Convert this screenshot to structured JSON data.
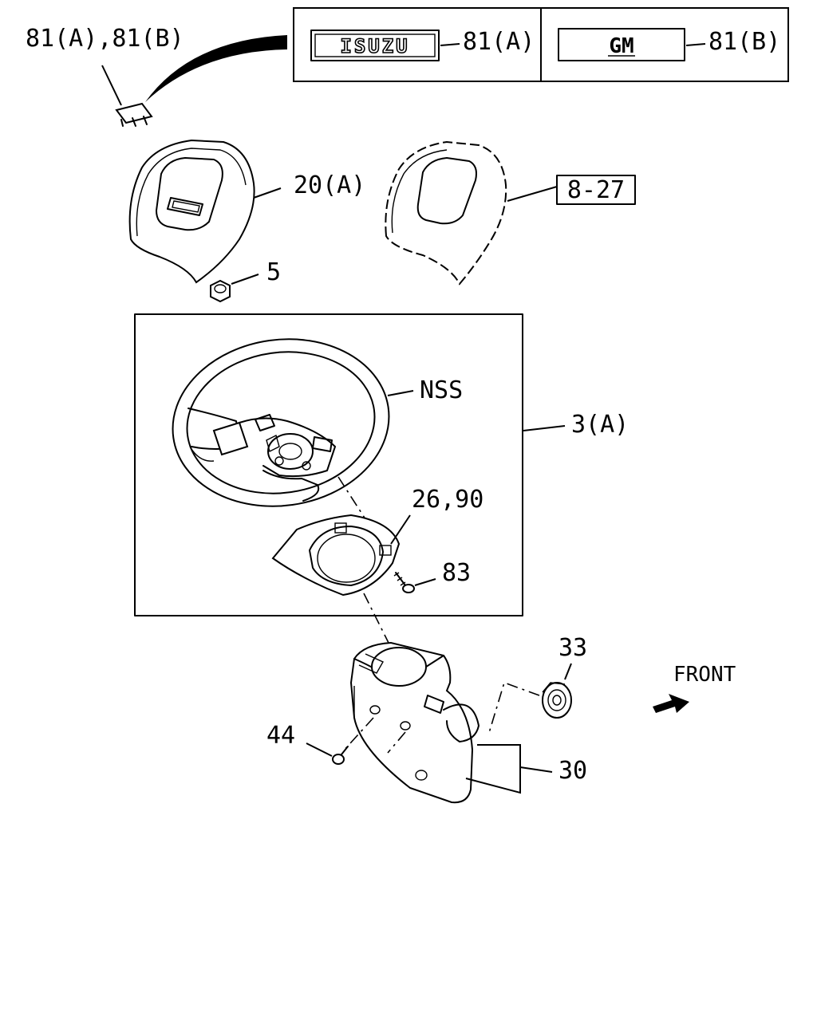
{
  "emblem_panel": {
    "isuzu_logo_text": "ISUZU",
    "isuzu_callout": "81(A)",
    "gm_logo_text": "GM",
    "gm_callout": "81(B)"
  },
  "callouts": {
    "emblem_part": "81(A),81(B)",
    "horn_pad": "20(A)",
    "horn_pad_ref": "8-27",
    "nut": "5",
    "steering_wheel": "NSS",
    "wheel_assembly": "3(A)",
    "cover": "26,90",
    "screw": "83",
    "cancel_cam": "33",
    "column_cover": "30",
    "screw_column": "44"
  },
  "direction": {
    "label": "FRONT"
  }
}
